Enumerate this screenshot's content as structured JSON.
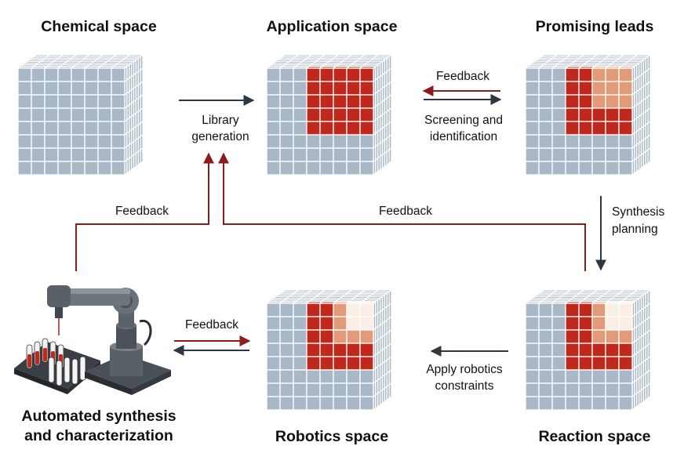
{
  "titles": {
    "chemical": "Chemical space",
    "application": "Application space",
    "promising": "Promising leads",
    "automated_line1": "Automated synthesis",
    "automated_line2": "and characterization",
    "robotics": "Robotics space",
    "reaction": "Reaction space"
  },
  "labels": {
    "library_line1": "Library",
    "library_line2": "generation",
    "feedback_top": "Feedback",
    "screening_line1": "Screening and",
    "screening_line2": "identification",
    "synthesis_line1": "Synthesis",
    "synthesis_line2": "planning",
    "feedback_left": "Feedback",
    "feedback_middle": "Feedback",
    "feedback_robot": "Feedback",
    "robotics_line1": "Apply robotics",
    "robotics_line2": "constraints"
  },
  "colors": {
    "grid_cell": "#a9b8c6",
    "grid_line": "#ffffff",
    "highlight_red": "#c0281c",
    "highlight_light": "#e39a78",
    "highlight_white": "#fbeee4",
    "arrow_dark": "#2c3744",
    "arrow_red": "#8e1c1c"
  }
}
